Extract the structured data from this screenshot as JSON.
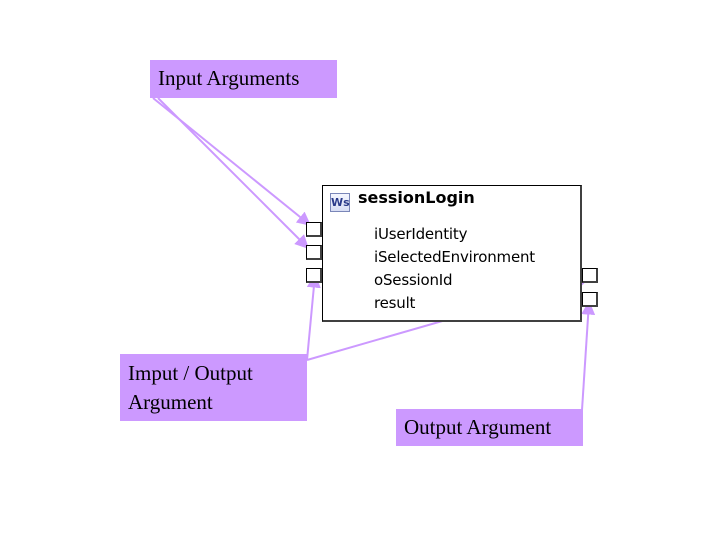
{
  "callouts": {
    "input_arguments": "Input Arguments",
    "inout_line1": "Imput / Output",
    "inout_line2": "Argument",
    "output_argument": "Output Argument"
  },
  "block": {
    "icon_label": "Ws",
    "title": "sessionLogin",
    "arguments": [
      "iUserIdentity",
      "iSelectedEnvironment",
      "oSessionId",
      "result"
    ]
  },
  "colors": {
    "callout_fill": "#cc99ff",
    "arrow": "#cc99ff",
    "block_border": "#000000"
  }
}
